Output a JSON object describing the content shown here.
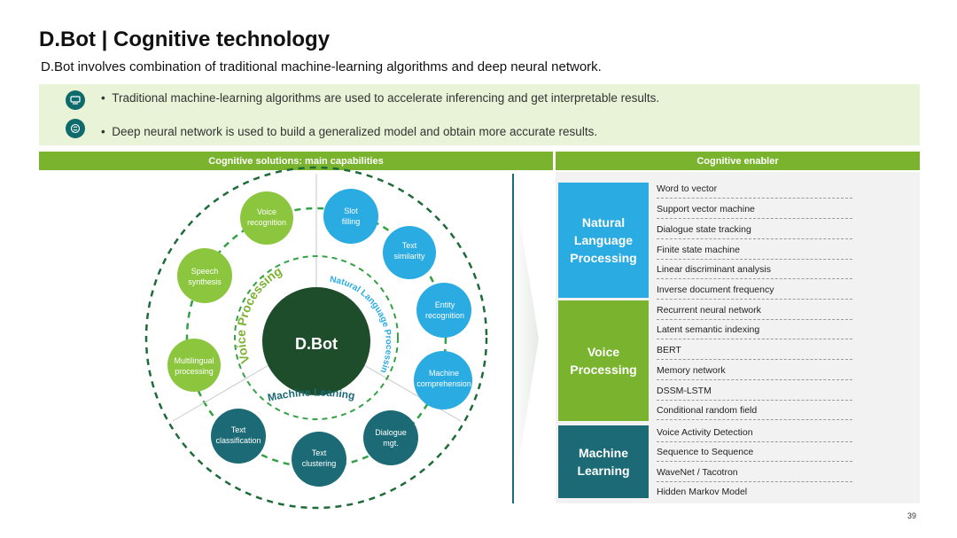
{
  "title": "D.Bot | Cognitive technology",
  "subtitle": "D.Bot involves combination of traditional machine-learning algorithms and deep neural network.",
  "bullets": [
    {
      "icon": "computer-icon",
      "text": "Traditional machine-learning algorithms are used to accelerate inferencing and get interpretable results."
    },
    {
      "icon": "brain-icon",
      "text": "Deep neural network is used to build a generalized model and obtain more accurate results."
    }
  ],
  "bullet_marker": "•",
  "headers": {
    "left": "Cognitive solutions: main capabilities",
    "right": "Cognitive enabler"
  },
  "diagram": {
    "center": "D.Bot",
    "inner_labels": {
      "voice": "Voice Processing",
      "nlp": "Natural Language Processing",
      "ml": "Machine Leaning"
    },
    "capabilities": {
      "voice_recognition": "Voice recognition",
      "speech_synthesis": "Speech synthesis",
      "multilingual": "Multilingual processing",
      "slot_filling": "Slot filling",
      "text_similarity": "Text similarity",
      "entity_recognition": "Entity recognition",
      "machine_comprehension": "Machine comprehension",
      "dialogue_mgt": "Dialogue mgt.",
      "text_clustering": "Text clustering",
      "text_classification": "Text classification"
    }
  },
  "enablers": [
    {
      "category": "Natural\nLanguage\nProcessing",
      "color": "#2aabe2",
      "items": [
        "Word to vector",
        "Support vector machine",
        "Dialogue state tracking",
        "Finite state machine",
        "Linear discriminant analysis",
        "Inverse document frequency"
      ]
    },
    {
      "category": "Voice\nProcessing",
      "color": "#7ab32e",
      "items": [
        "Recurrent neural network",
        "Latent semantic indexing",
        "BERT",
        "Memory network",
        "DSSM-LSTM",
        "Conditional random field"
      ]
    },
    {
      "category": "Machine\nLearning",
      "color": "#1b6a75",
      "items": [
        "Voice Activity Detection",
        "Sequence to Sequence",
        "WaveNet / Tacotron",
        "Hidden Markov Model"
      ]
    }
  ],
  "colors": {
    "green_light": "#8cc63f",
    "blue": "#2aabe2",
    "teal": "#1b6a75",
    "dark_green": "#1e4d2b",
    "header_green": "#7ab32e"
  },
  "page_number": "39"
}
